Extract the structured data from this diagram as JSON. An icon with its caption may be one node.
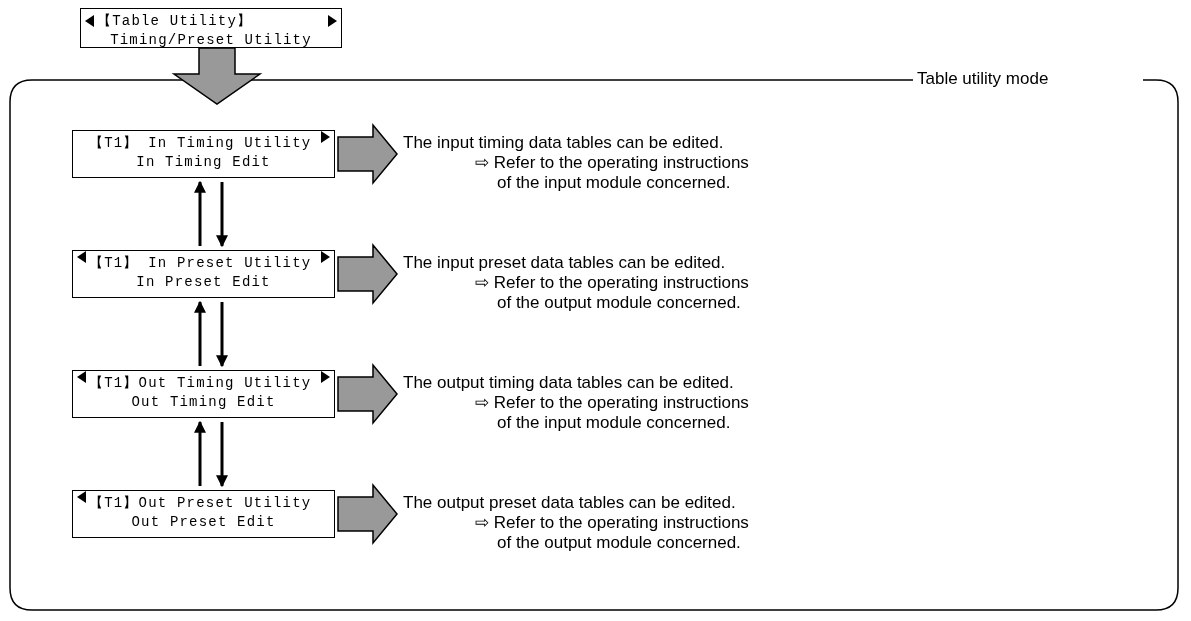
{
  "diagram": {
    "nodes": [
      {
        "text": [
          "【Table Utility】",
          "Timing/Preset Utility"
        ]
      },
      {
        "text": [
          "Table utility mode"
        ]
      },
      {
        "text": [
          "【T1】 In Timing Utility",
          "In Timing Edit"
        ],
        "in": 1
      },
      {
        "text": [
          "The input timing data tables can be edited.",
          "⇨ Refer to the operating instructions of the input module concerned."
        ],
        "in": 1
      },
      {
        "text": [
          "【T1】 In Preset Utility",
          "In Preset Edit"
        ],
        "in": 1
      },
      {
        "text": [
          "The input preset data tables can be edited.",
          "⇨ Refer to the operating instructions of the output module concerned."
        ],
        "in": 1
      },
      {
        "text": [
          "【T1】Out Timing Utility",
          "Out Timing Edit"
        ],
        "in": 1
      },
      {
        "text": [
          "The output timing data tables can be edited.",
          "⇨ Refer to the operating instructions of the input module concerned."
        ],
        "in": 1
      },
      {
        "text": [
          "【T1】Out Preset Utility",
          "Out Preset Edit"
        ],
        "in": 1
      },
      {
        "text": [
          "The output preset data tables can be edited.",
          "⇨ Refer to the operating instructions of the output module concerned."
        ],
        "in": 1
      }
    ],
    "edges": [
      {
        "from": 0,
        "to": 1,
        "arrow": "to",
        "style": "thick",
        "color": "#999999"
      },
      {
        "from": 2,
        "to": 3,
        "arrow": "to",
        "style": "thick",
        "color": "#999999"
      },
      {
        "from": 4,
        "to": 2,
        "arrow": "to"
      },
      {
        "from": 2,
        "to": 4,
        "arrow": "to"
      },
      {
        "from": 4,
        "to": 5,
        "arrow": "to",
        "style": "thick",
        "color": "#999999"
      },
      {
        "from": 6,
        "to": 4,
        "arrow": "to"
      },
      {
        "from": 4,
        "to": 6,
        "arrow": "to"
      },
      {
        "from": 6,
        "to": 7,
        "arrow": "to",
        "style": "thick",
        "color": "#999999"
      },
      {
        "from": 8,
        "to": 6,
        "arrow": "to"
      },
      {
        "from": 6,
        "to": 8,
        "arrow": "to"
      },
      {
        "from": 8,
        "to": 9,
        "arrow": "to",
        "style": "thick",
        "color": "#999999"
      }
    ]
  }
}
